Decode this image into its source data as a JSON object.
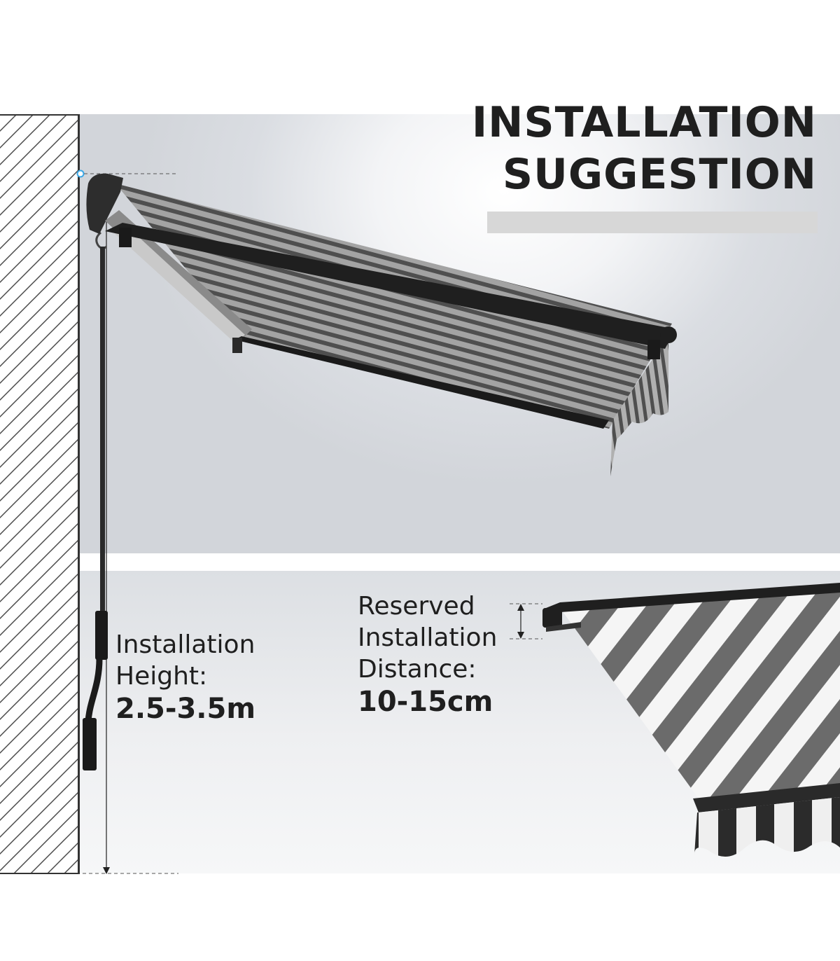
{
  "title": {
    "line1": "INSTALLATION",
    "line2": "SUGGESTION"
  },
  "installation_height": {
    "label_line1": "Installation",
    "label_line2": "Height:",
    "value": "2.5-3.5m"
  },
  "reserved_distance": {
    "label_line1": "Reserved",
    "label_line2": "Installation",
    "label_line3": "Distance:",
    "value": "10-15cm"
  },
  "colors": {
    "awning_dark": "#555555",
    "awning_light": "#9a9a9a",
    "frame": "#1f1f1f",
    "text": "#1f1f1f",
    "accent_dot": "#3aa7e6"
  }
}
